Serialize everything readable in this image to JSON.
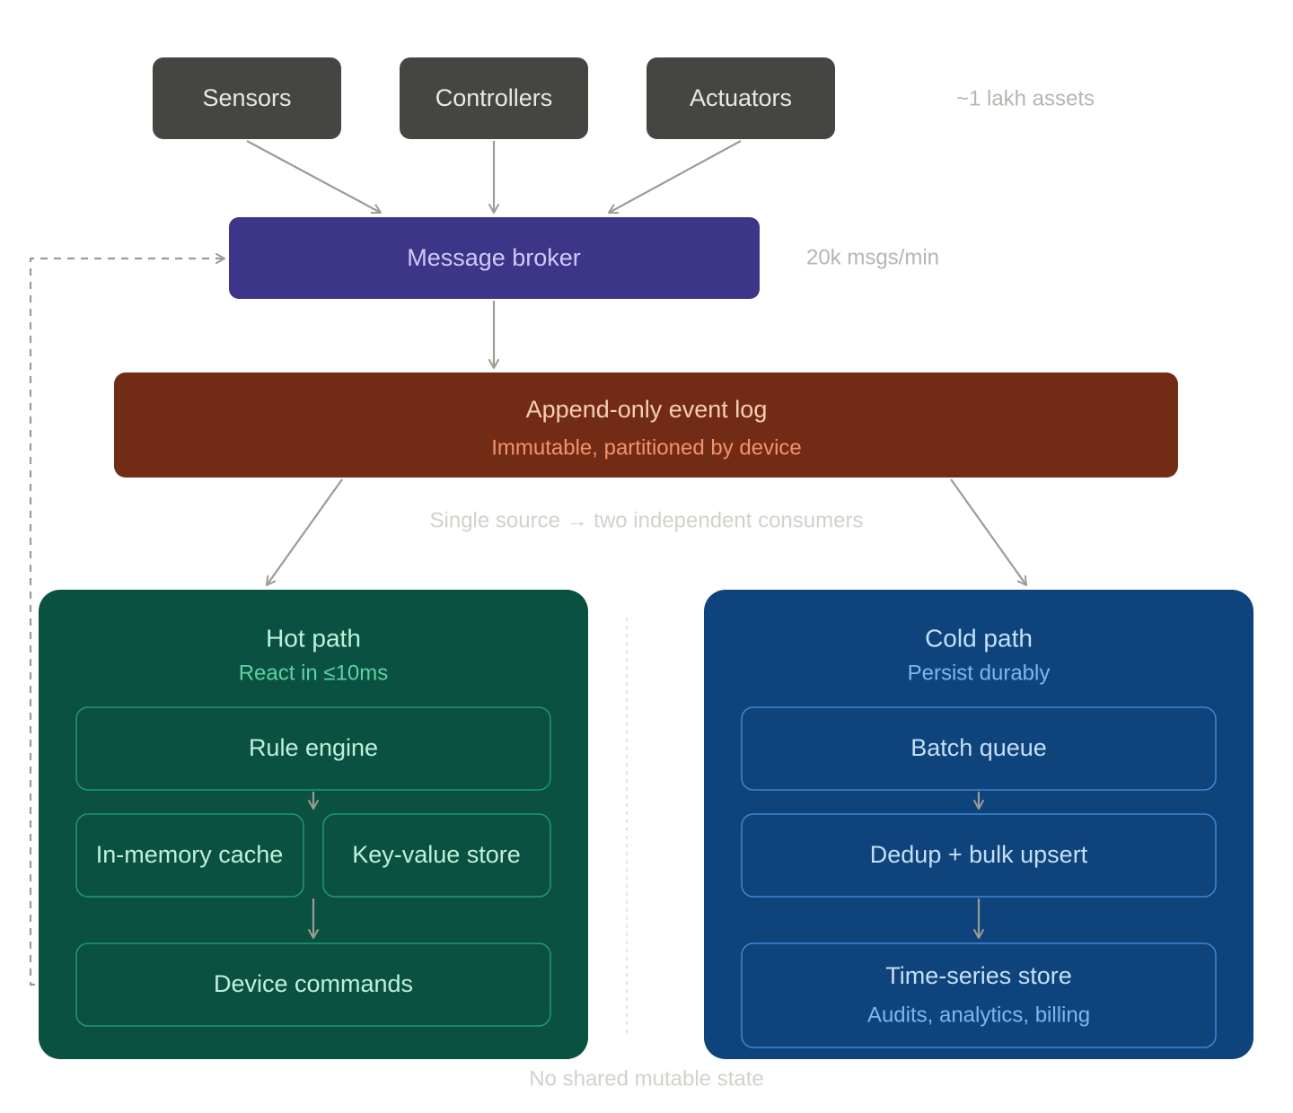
{
  "sources": {
    "sensors": "Sensors",
    "controllers": "Controllers",
    "actuators": "Actuators",
    "assets_note": "~1 lakh assets"
  },
  "broker": {
    "label": "Message broker",
    "rate_note": "20k msgs/min"
  },
  "event_log": {
    "title": "Append-only event log",
    "subtitle": "Immutable, partitioned by device",
    "fanout_note": "Single source → two independent consumers"
  },
  "hot_path": {
    "title": "Hot path",
    "subtitle": "React in ≤10ms",
    "rule_engine": "Rule engine",
    "cache": "In-memory cache",
    "kv_store": "Key-value store",
    "commands": "Device commands"
  },
  "cold_path": {
    "title": "Cold path",
    "subtitle": "Persist durably",
    "batch_queue": "Batch queue",
    "dedup": "Dedup + bulk upsert",
    "ts_store": "Time-series store",
    "ts_store_sub": "Audits, analytics, billing"
  },
  "footer_note": "No shared mutable state",
  "colors": {
    "source_fill": "#454641",
    "source_text": "#e9e8e2",
    "broker_fill": "#3d3587",
    "broker_text": "#cfc9fb",
    "log_fill": "#722b15",
    "log_title": "#f6cdb6",
    "log_sub": "#f0946b",
    "hot_fill": "#0a5141",
    "hot_stroke": "#1d9a77",
    "hot_title": "#bff0dc",
    "hot_sub": "#5fd2a5",
    "cold_fill": "#0e447b",
    "cold_stroke": "#3f87d4",
    "cold_title": "#c5dff8",
    "cold_sub": "#7db6ef",
    "arrow": "#9c9c93",
    "note": "#b6b5ae",
    "faint_note": "#d2d1cb"
  }
}
